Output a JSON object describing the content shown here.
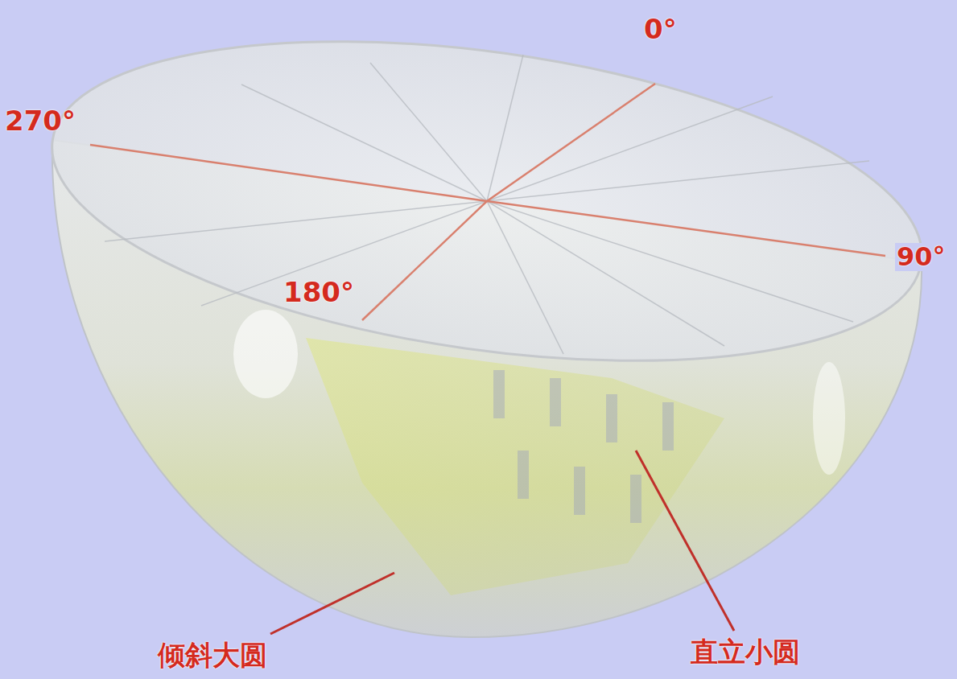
{
  "diagram": {
    "labels": [
      "0°",
      "90°",
      "180°",
      "270°",
      "倾斜大圆",
      "直立小圆"
    ]
  }
}
